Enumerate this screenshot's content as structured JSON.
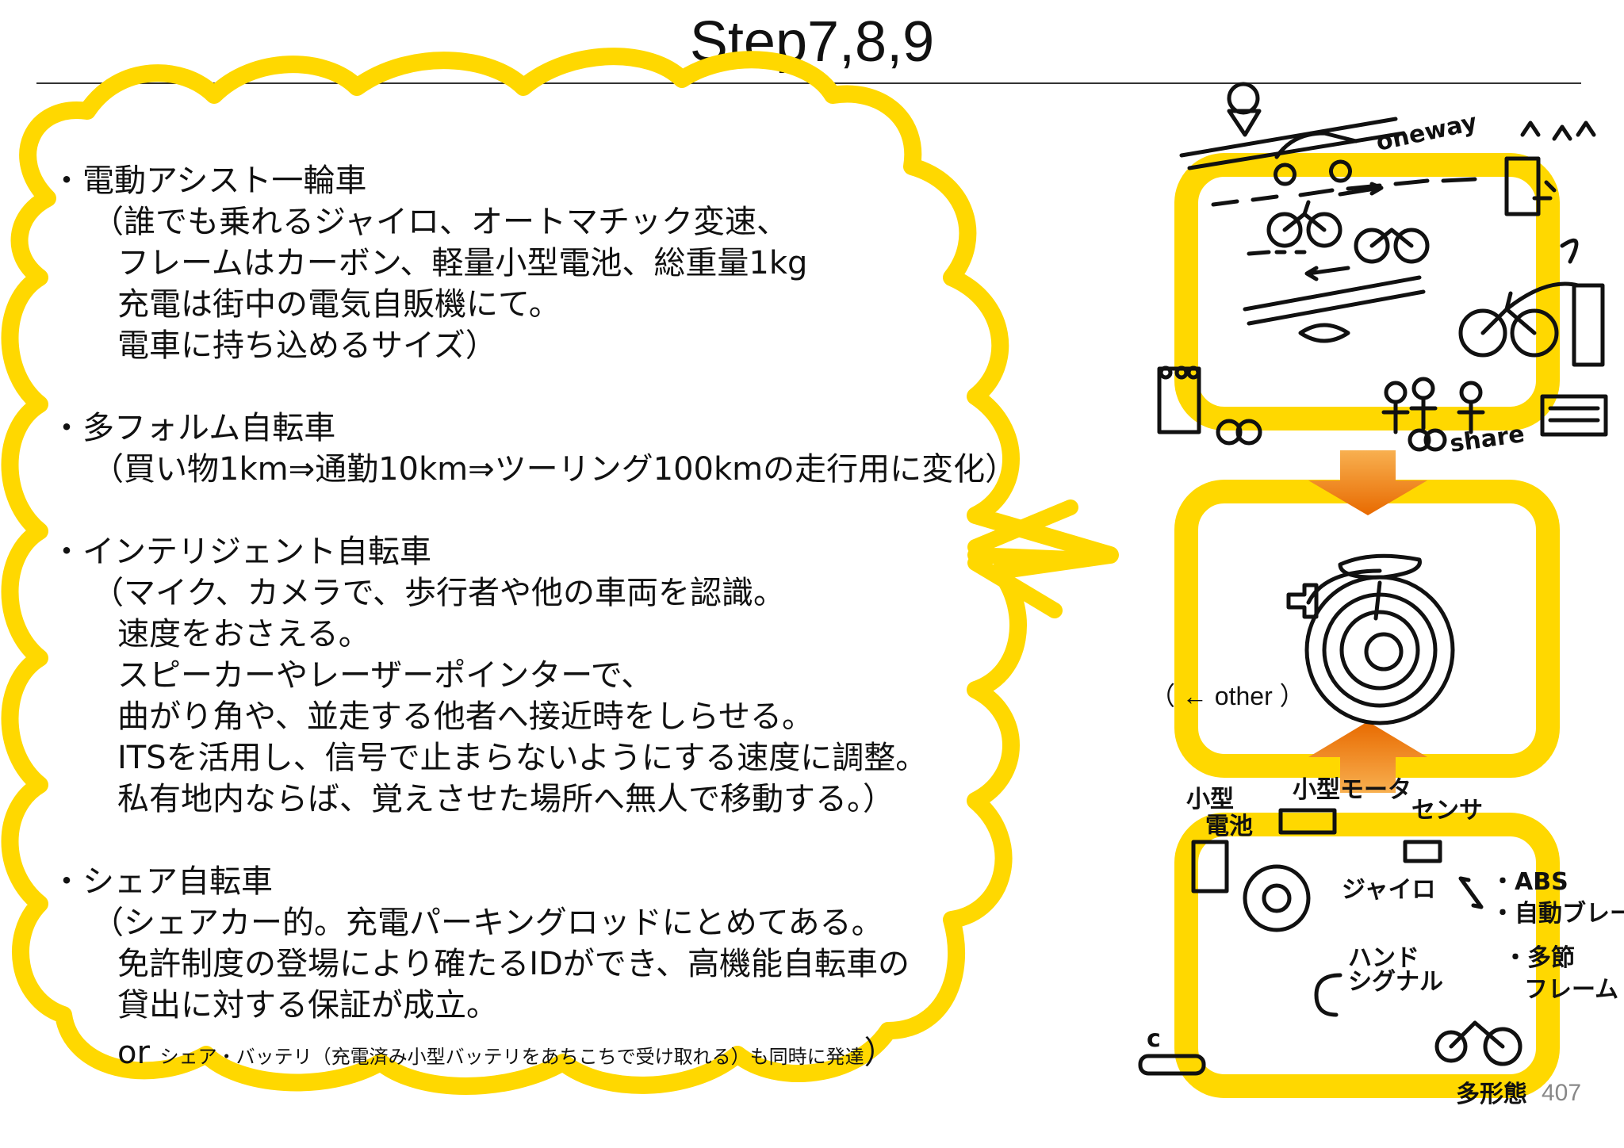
{
  "title": "Step7,8,9",
  "bullets": [
    {
      "head": "・電動アシスト一輪車",
      "lines": [
        "（誰でも乗れるジャイロ、オートマチック変速、",
        "フレームはカーボン、軽量小型電池、総重量1kg",
        "充電は街中の電気自販機にて。",
        "電車に持ち込めるサイズ）"
      ]
    },
    {
      "head": "・多フォルム自転車",
      "lines": [
        "（買い物1km⇒通勤10km⇒ツーリング100kmの走行用に変化）"
      ]
    },
    {
      "head": "・インテリジェント自転車",
      "lines": [
        "（マイク、カメラで、歩行者や他の車両を認識。",
        "速度をおさえる。",
        "スピーカーやレーザーポインターで、",
        "曲がり角や、並走する他者へ接近時をしらせる。",
        "ITSを活用し、信号で止まらないようにする速度に調整。",
        "私有地内ならば、覚えさせた場所へ無人で移動する。）"
      ]
    },
    {
      "head": "・シェア自転車",
      "lines": [
        "（シェアカー的。充電パーキングロッドにとめてある。",
        "免許制度の登場により確たるIDができ、高機能自転車の",
        "貸出に対する保証が成立。"
      ]
    }
  ],
  "share_note": {
    "prefix": "or",
    "text": "シェア・バッテリ（充電済み小型バッテリをあちこちで受け取れる）も同時に発達",
    "suffix": "）"
  },
  "other_label": "（ ← other ）",
  "sketch_labels": {
    "oneway": "oneway",
    "share": "share",
    "kogata": "小型",
    "denchi": "電池",
    "motor": "小型モータ",
    "sensor": "センサ",
    "gyro": "ジャイロ",
    "abs": "・ABS",
    "brake": "・自動ブレーキ",
    "multi": "・多節",
    "frame": "フレーム",
    "hand": "ハンド",
    "signal": "シグナル",
    "c": "c",
    "tafukei": "多形態"
  },
  "page_number": "407",
  "colors": {
    "yellow": "#FFD800",
    "arrow": "#F07A10"
  }
}
